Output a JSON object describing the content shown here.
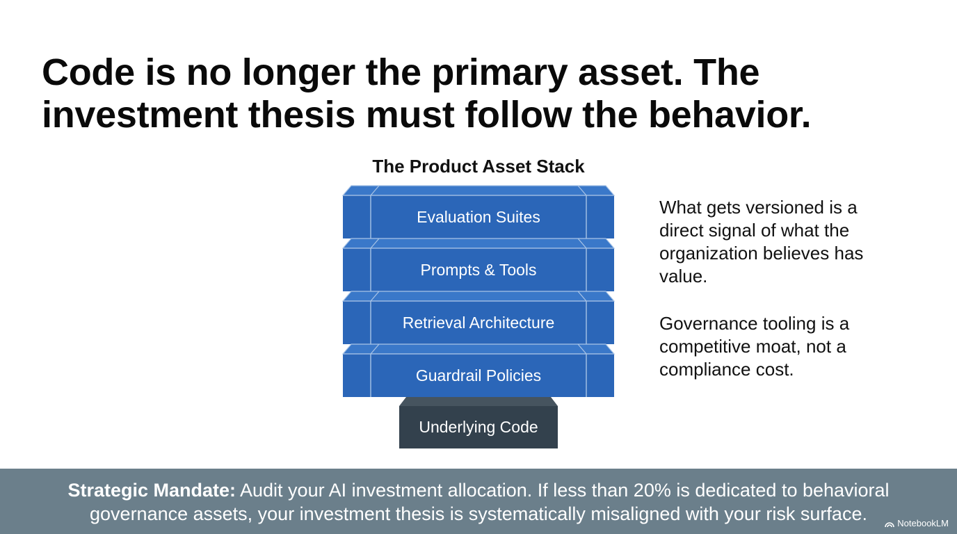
{
  "title": "Code is no longer the primary asset. The investment thesis must follow the behavior.",
  "stack": {
    "title": "The Product Asset Stack",
    "layers": [
      {
        "label": "Evaluation Suites"
      },
      {
        "label": "Prompts & Tools"
      },
      {
        "label": "Retrieval Architecture"
      },
      {
        "label": "Guardrail Policies"
      }
    ],
    "base": {
      "label": "Underlying Code"
    }
  },
  "side_notes": [
    "What gets versioned is a direct signal of what the organization believes has value.",
    "Governance tooling is a competitive moat, not a compliance cost."
  ],
  "mandate": {
    "label": "Strategic Mandate:",
    "text": " Audit your AI investment allocation. If less than 20% is dedicated to behavioral governance assets, your investment thesis is systematically misaligned with your risk surface."
  },
  "watermark": "NotebookLM",
  "colors": {
    "block_blue": "#2b66b8",
    "block_top": "#3a78c9",
    "block_edge": "#a9c4e6",
    "base_dark": "#33414d",
    "base_top": "#46545f",
    "banner": "#6b7f8b"
  }
}
